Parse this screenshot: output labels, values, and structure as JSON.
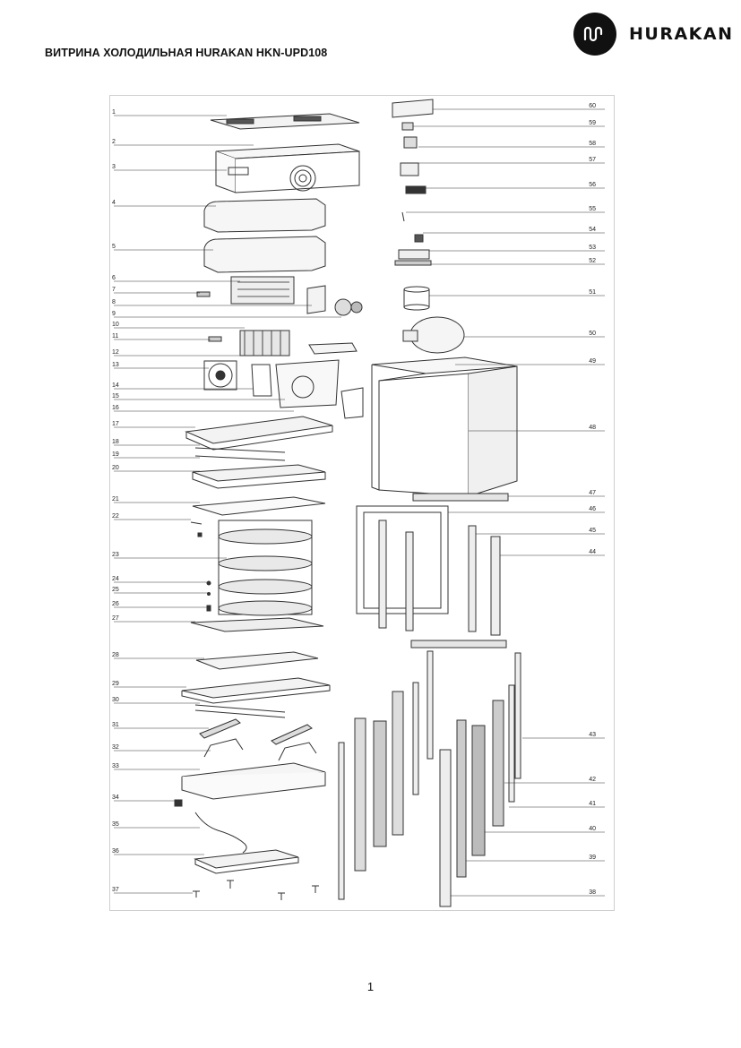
{
  "header": {
    "title": "ВИТРИНА ХОЛОДИЛЬНАЯ HURAKAN HKN-UPD108",
    "brand": "HURAKAN"
  },
  "diagram": {
    "left_labels": [
      "1",
      "2",
      "3",
      "4",
      "5",
      "6",
      "7",
      "8",
      "9",
      "10",
      "11",
      "12",
      "13",
      "14",
      "15",
      "16",
      "17",
      "18",
      "19",
      "20",
      "21",
      "22",
      "23",
      "24",
      "25",
      "26",
      "27",
      "28",
      "29",
      "30",
      "31",
      "32",
      "33",
      "34",
      "35",
      "36",
      "37"
    ],
    "right_labels": [
      "60",
      "59",
      "58",
      "57",
      "56",
      "55",
      "54",
      "53",
      "52",
      "51",
      "50",
      "49",
      "48",
      "47",
      "46",
      "45",
      "44",
      "43",
      "42",
      "41",
      "40",
      "39",
      "38"
    ]
  },
  "footer": {
    "page_number": "1"
  }
}
